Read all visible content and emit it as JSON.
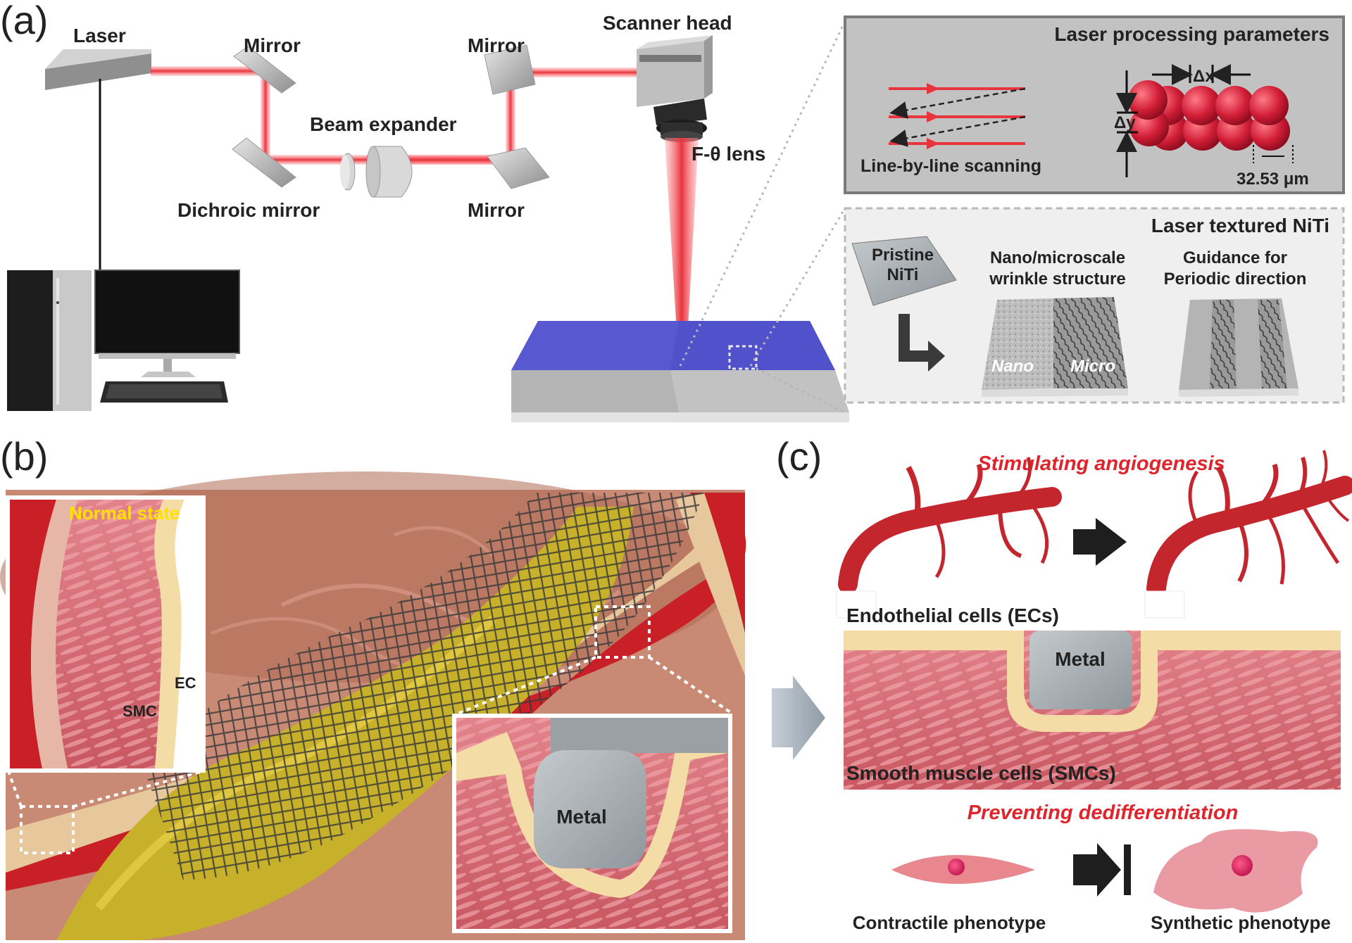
{
  "panel_a": {
    "tag": "(a)",
    "laser": "Laser",
    "mirror_1": "Mirror",
    "mirror_2": "Mirror",
    "mirror_3": "Mirror",
    "dichroic_mirror": "Dichroic mirror",
    "beam_expander": "Beam expander",
    "scanner_head": "Scanner head",
    "f_theta_lens": "F-θ lens",
    "params_box": {
      "title": "Laser processing parameters",
      "scan_label": "Line-by-line scanning",
      "dx": "Δx",
      "dy": "Δy",
      "spot_size": "32.53 μm"
    },
    "textured_box": {
      "title": "Laser textured NiTi",
      "pristine_line1": "Pristine",
      "pristine_line2": "NiTi",
      "wrinkle_line1": "Nano/microscale",
      "wrinkle_line2": "wrinkle structure",
      "nano": "Nano",
      "micro": "Micro",
      "guidance_line1": "Guidance for",
      "guidance_line2": "Periodic direction"
    }
  },
  "panel_b": {
    "tag": "(b)",
    "normal_state": "Normal state",
    "ec": "EC",
    "smc": "SMC",
    "metal": "Metal"
  },
  "panel_c": {
    "tag": "(c)",
    "stimulating": "Stimulating angiogenesis",
    "endothelial": "Endothelial cells (ECs)",
    "metal": "Metal",
    "smooth_muscle": "Smooth muscle cells (SMCs)",
    "preventing": "Preventing dedifferentiation",
    "contractile": "Contractile phenotype",
    "synthetic": "Synthetic phenotype"
  },
  "colors": {
    "laser_red": "#e8343c",
    "normal_state_yellow": "#ffe000",
    "highlight_red": "#e0242c",
    "tissue_pink": "#d9707a",
    "substrate_blue": "#5a5ad8"
  }
}
